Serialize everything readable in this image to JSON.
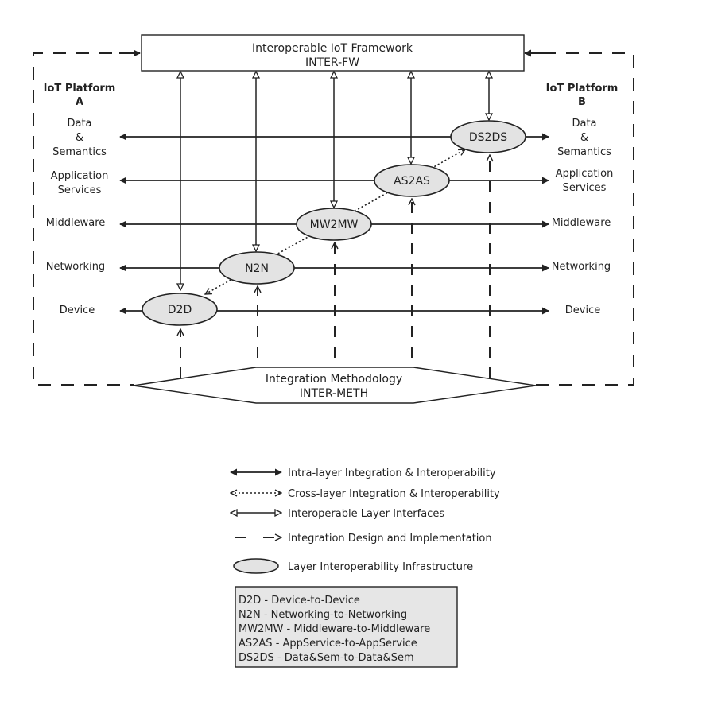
{
  "framework": {
    "title": "Interoperable IoT Framework",
    "subtitle": "INTER-FW"
  },
  "methodology": {
    "title": "Integration Methodology",
    "subtitle": "INTER-METH"
  },
  "platform_a": {
    "title": "IoT Platform",
    "letter": "A"
  },
  "platform_b": {
    "title": "IoT Platform",
    "letter": "B"
  },
  "layers": {
    "data_a": [
      "Data",
      "&",
      "Semantics"
    ],
    "data_b": [
      "Data",
      "&",
      "Semantics"
    ],
    "app_a": [
      "Application",
      "Services"
    ],
    "app_b": [
      "Application",
      "Services"
    ],
    "middleware": "Middleware",
    "networking": "Networking",
    "device": "Device"
  },
  "nodes": {
    "d2d": "D2D",
    "n2n": "N2N",
    "mw2mw": "MW2MW",
    "as2as": "AS2AS",
    "ds2ds": "DS2DS"
  },
  "legend": [
    "Intra-layer Integration & Interoperability",
    "Cross-layer Integration & Interoperability",
    "Interoperable Layer Interfaces",
    "Integration Design and Implementation",
    "Layer Interoperability Infrastructure"
  ],
  "abbreviations": [
    "D2D - Device-to-Device",
    "N2N - Networking-to-Networking",
    "MW2MW - Middleware-to-Middleware",
    "AS2AS - AppService-to-AppService",
    "DS2DS - Data&Sem-to-Data&Sem"
  ],
  "colors": {
    "node_fill": "#e3e3e3",
    "abbrev_fill": "#e6e6e6",
    "line": "#222222"
  }
}
